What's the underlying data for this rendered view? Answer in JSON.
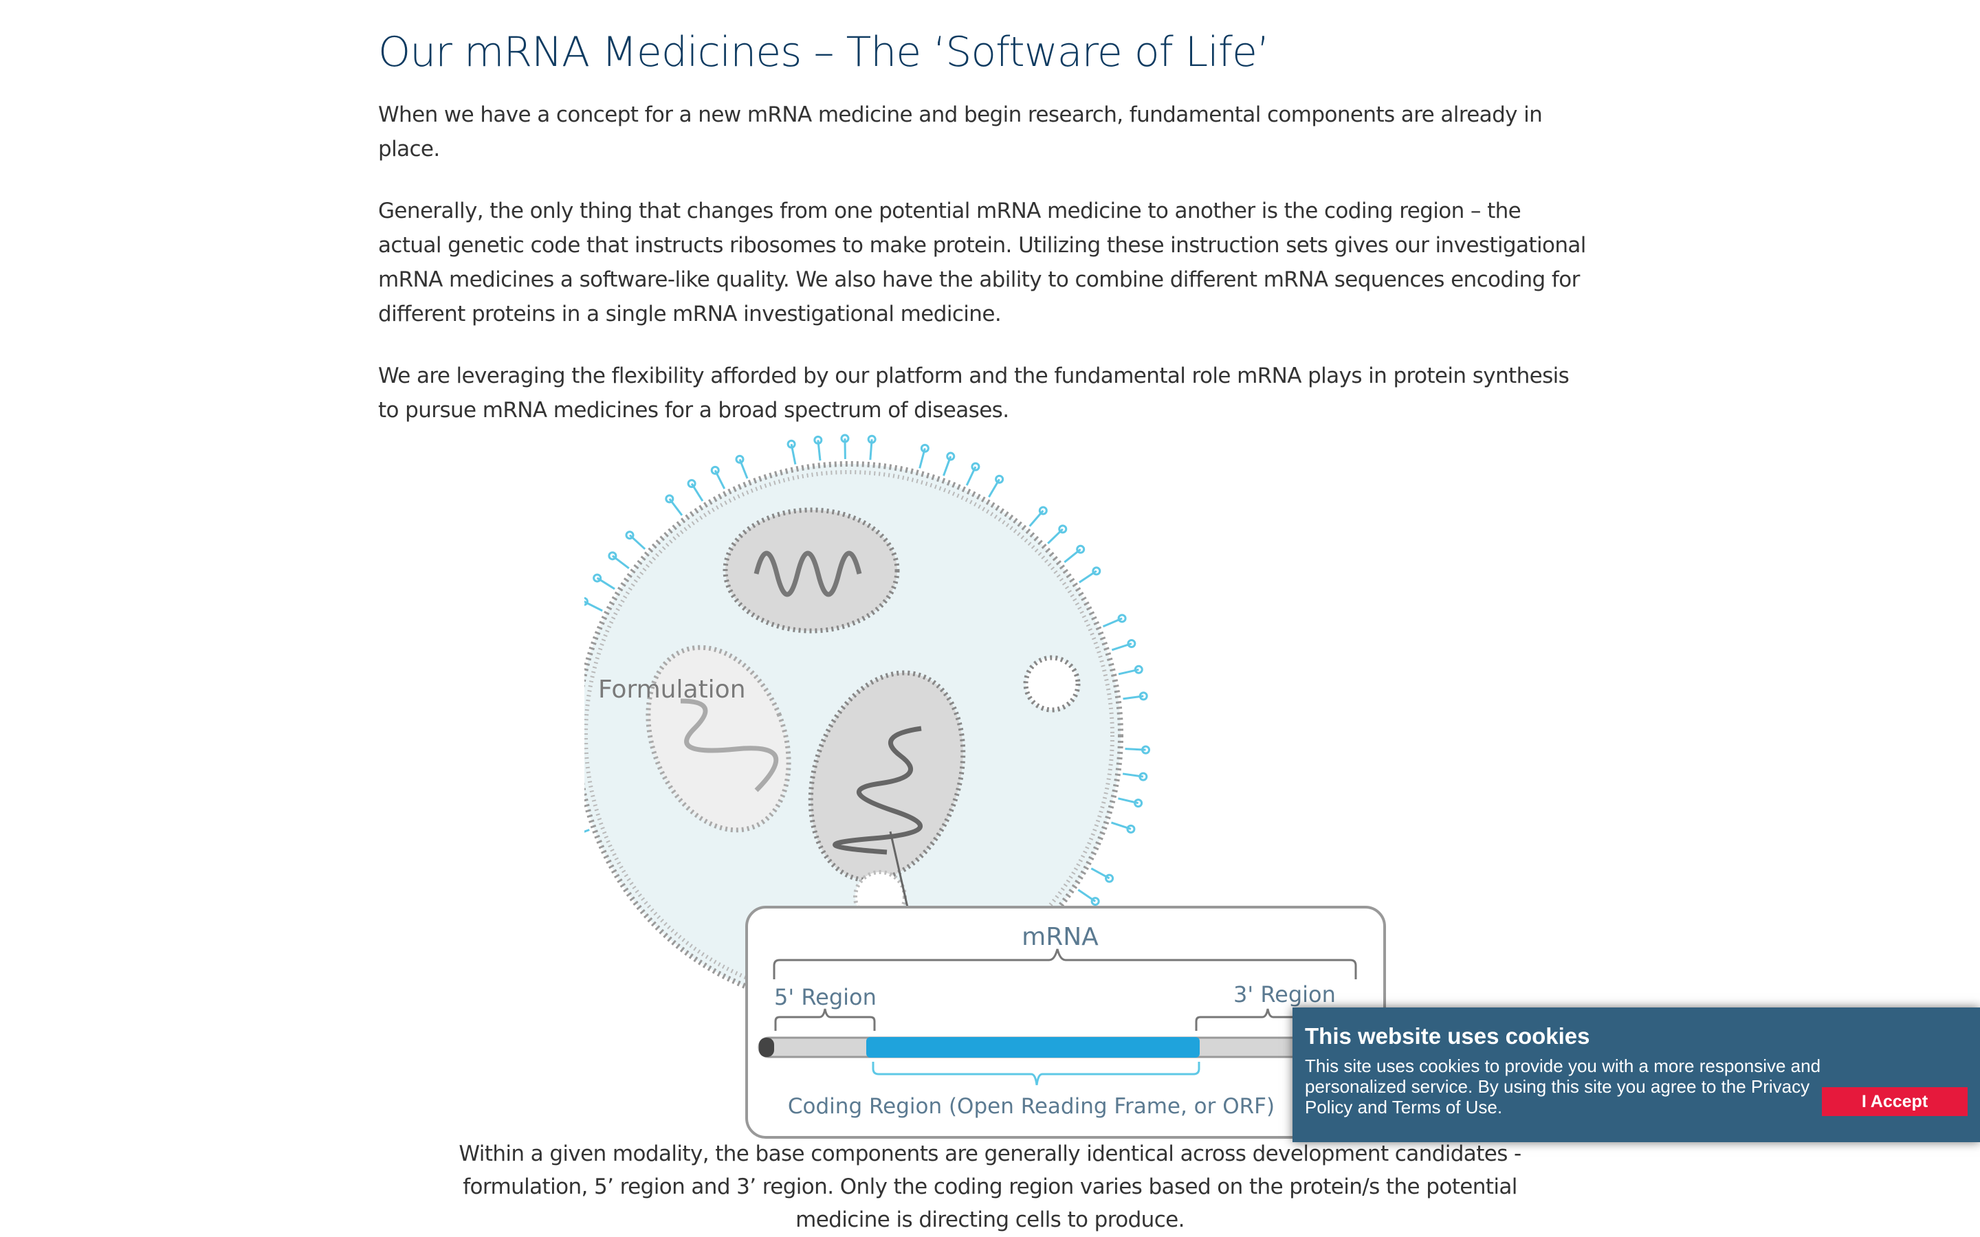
{
  "page": {
    "title": "Our mRNA Medicines – The ‘Software of Life’",
    "paragraphs": [
      "When we have a concept for a new mRNA medicine and begin research, fundamental components are already in place.",
      "Generally, the only thing that changes from one potential mRNA medicine to another is the coding region – the actual genetic code that instructs ribosomes to make protein. Utilizing these instruction sets gives our investigational mRNA medicines a software-like quality. We also have the ability to combine different mRNA sequences encoding for different proteins in a single mRNA investigational medicine.",
      "We are leveraging the flexibility afforded by our platform and the fundamental role mRNA plays in protein synthesis to pursue mRNA medicines for a broad spectrum of diseases."
    ],
    "caption": "Within a given modality, the base components are generally identical across development candidates - formulation, 5’ region and 3’ region. Only the coding region varies based on the protein/s the potential medicine is directing cells to produce."
  },
  "figure": {
    "formulation_label": "Formulation",
    "mrna_label": "mRNA",
    "five_prime_label": "5' Region",
    "three_prime_label": "3' Region",
    "coding_label": "Coding Region (Open Reading Frame, or ORF)",
    "colors": {
      "particle_fill": "#e9f3f5",
      "membrane": "#8f8f8f",
      "lipid_tails": "#5ec8e6",
      "coding_bar": "#1fa3dc",
      "label": "#5b7a91"
    }
  },
  "cookie_banner": {
    "title": "This website uses cookies",
    "text": "This site uses cookies to provide you with a more responsive and personalized service. By using this site you agree to the Privacy Policy and Terms of Use.",
    "accept_label": "I Accept",
    "background": "#32607f",
    "button_color": "#e6193c"
  }
}
